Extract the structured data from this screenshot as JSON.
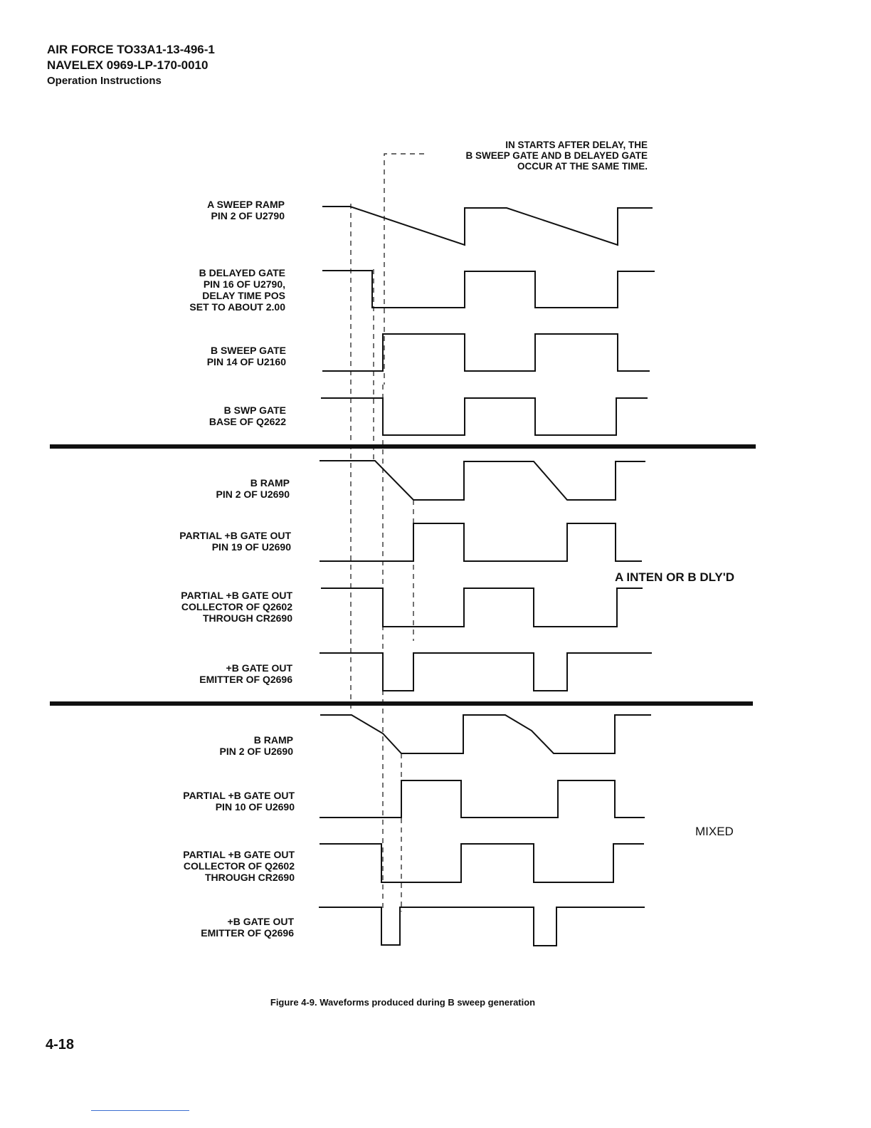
{
  "header": {
    "line1": "AIR FORCE  TO33A1-13-496-1",
    "line2": "NAVELEX  0969-LP-170-0010",
    "line3": "Operation Instructions"
  },
  "note": {
    "line1": "IN STARTS AFTER DELAY, THE",
    "line2": "B SWEEP GATE AND B DELAYED GATE",
    "line3": "OCCUR AT THE SAME TIME."
  },
  "modes": {
    "inten": "A INTEN OR B DLY'D",
    "mixed": "MIXED"
  },
  "signals": [
    {
      "lines": [
        "A SWEEP RAMP",
        "PIN 2 OF U2790"
      ]
    },
    {
      "lines": [
        "B DELAYED GATE",
        "PIN 16 OF U2790,",
        "DELAY TIME POS",
        "SET TO ABOUT 2.00"
      ]
    },
    {
      "lines": [
        "B SWEEP GATE",
        "PIN 14 OF U2160"
      ]
    },
    {
      "lines": [
        "B SWP GATE",
        "BASE OF Q2622"
      ]
    },
    {
      "lines": [
        "B RAMP",
        "PIN 2 OF U2690"
      ]
    },
    {
      "lines": [
        "PARTIAL +B GATE OUT",
        "PIN 19 OF U2690"
      ]
    },
    {
      "lines": [
        "PARTIAL +B GATE OUT",
        "COLLECTOR OF Q2602",
        "THROUGH CR2690"
      ]
    },
    {
      "lines": [
        "+B GATE OUT",
        "EMITTER OF Q2696"
      ]
    },
    {
      "lines": [
        "B RAMP",
        "PIN 2 OF U2690"
      ]
    },
    {
      "lines": [
        "PARTIAL +B GATE OUT",
        "PIN 10 OF U2690"
      ]
    },
    {
      "lines": [
        "PARTIAL +B GATE OUT",
        "COLLECTOR OF Q2602",
        "THROUGH CR2690"
      ]
    },
    {
      "lines": [
        "+B GATE OUT",
        "EMITTER OF Q2696"
      ]
    }
  ],
  "caption": "Figure 4-9. Waveforms produced during B sweep generation",
  "page_number": "4-18"
}
